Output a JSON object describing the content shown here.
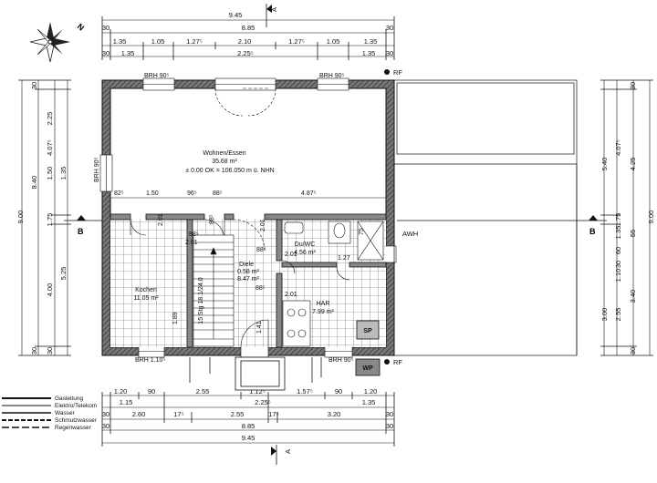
{
  "compass": {
    "north_label": "N"
  },
  "section": {
    "a_top": "A",
    "a_bottom": "A",
    "b_left": "B",
    "b_right": "B"
  },
  "top_dims": {
    "overall_outer": "9.45",
    "overall_inner_30_left": "30",
    "overall_inner": "8.85",
    "overall_inner_30_right": "30",
    "row3": [
      "1.35",
      "1.05",
      "1.27⁵",
      "2.10",
      "1.27⁵",
      "1.05",
      "1.35"
    ],
    "row4": [
      "1.35",
      "2.25⁵",
      "1.35"
    ],
    "row4_30a": "30",
    "row4_30b": "30"
  },
  "bottom_dims": {
    "row1": [
      "1.20",
      "90",
      "2.55",
      "1.12⁵",
      "1.57⁵",
      "90",
      "1.20"
    ],
    "row2": [
      "1.15",
      "2.25⁵",
      "1.35"
    ],
    "row3": [
      "30",
      "2.60",
      "17⁵",
      "2.55",
      "17⁵",
      "3.20",
      "30"
    ],
    "row4_30a": "30",
    "row4": "8.85",
    "row4_30b": "30",
    "row5": "9.45"
  },
  "left_dims": {
    "outer": "9.00",
    "a": [
      "30",
      "2.25",
      "1.50",
      "1.35",
      "30"
    ],
    "b": [
      "4.07⁵",
      "1.75",
      "4.00",
      "30"
    ],
    "c": [
      "8.40",
      "5.25"
    ]
  },
  "right_dims": {
    "outer": "9.00",
    "a": [
      "30",
      "4.07⁵",
      "1.75",
      "55",
      "3.00",
      "30"
    ],
    "b": [
      "5.40",
      "4.25",
      "60",
      "2.55",
      "3.40"
    ],
    "c": [
      "1.35",
      "30",
      "1.10"
    ]
  },
  "rooms": {
    "living_name": "Wohnen/Essen",
    "living_area": "35.68 m²",
    "living_level": "± 0.00 OK = 106.050 m ü. NHN",
    "kitchen_name": "Kochen",
    "kitchen_area": "11.05 m²",
    "hall_name": "Diele",
    "hall_area_1": "0.58 m²",
    "hall_area_2": "8.47 m²",
    "bath_name": "Du/WC",
    "bath_area": "4.56 m²",
    "har_name": "HAR",
    "har_area": "7.99 m²"
  },
  "labels": {
    "brh_tl": "BRH 90⁵",
    "brh_tr": "BRH 90⁵",
    "brh_left": "BRH 90⁵",
    "brh_bl": "BRH 1.10⁵",
    "brh_br": "BRH 90⁵",
    "rf_top": "RF",
    "rf_bottom": "RF",
    "awh": "AWH",
    "sp": "SP",
    "wp": "WP",
    "stair": "15 Stg 18.1/24.0",
    "d1": "82⁵",
    "d2": "1.50",
    "d3": "96⁵",
    "d4": "88⁵",
    "d5": "4.87⁵",
    "d6": "2.01",
    "d7": "88⁵",
    "d8": "88⁵",
    "d9": "2.01",
    "d10": "88⁵",
    "d11": "2.01",
    "d12": "1.89",
    "d13": "2.01",
    "d14": "75",
    "d15": "1.27",
    "d16": "88⁵",
    "d17": "2.01",
    "d18": "1.41"
  },
  "legend": [
    "Gasleitung",
    "Elektro/Telekom",
    "Wasser",
    "Schmutzwasser",
    "Regenwasser"
  ]
}
